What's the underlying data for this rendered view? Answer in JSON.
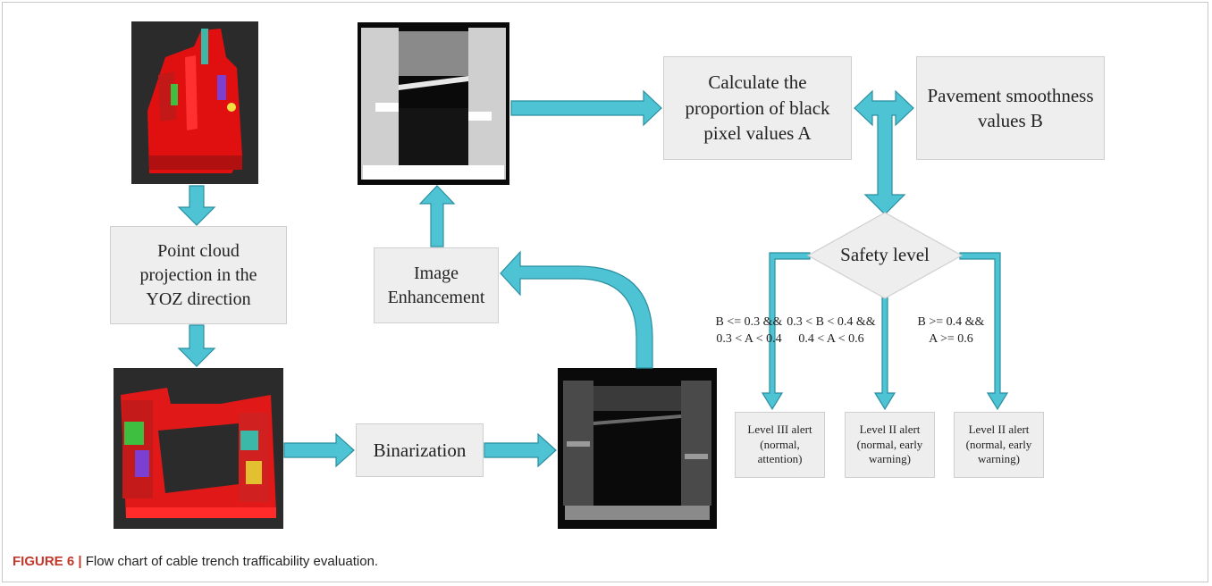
{
  "colors": {
    "arrow_fill": "#4dc3d4",
    "arrow_stroke": "#2a8fa0",
    "box_fill": "#eeeeee",
    "caption_label": "#c0392b"
  },
  "images": {
    "point_cloud": "point-cloud-3d-image",
    "projection": "yoz-projection-image",
    "binarized": "binarized-image",
    "enhanced": "enhanced-image"
  },
  "nodes": {
    "point_cloud_projection": "Point cloud\nprojection in the\nYOZ direction",
    "binarization": "Binarization",
    "image_enhancement": "Image\nEnhancement",
    "calculate": "Calculate the\nproportion of black\npixel values A",
    "pavement": "Pavement smoothness\nvalues B",
    "safety_level": "Safety level",
    "level_3": "Level III alert\n(normal,\nattention)",
    "level_2a": "Level II alert\n(normal, early\nwarning)",
    "level_2b": "Level II alert\n(normal, early\nwarning)"
  },
  "conditions": {
    "left": "B <= 0.3 &&\n0.3 < A < 0.4",
    "middle": "0.3 < B < 0.4 &&\n0.4 < A < 0.6",
    "right": "B >= 0.4 &&\nA >= 0.6"
  },
  "caption": {
    "label": "FIGURE 6 |",
    "text": " Flow chart of cable trench trafficability evaluation."
  }
}
